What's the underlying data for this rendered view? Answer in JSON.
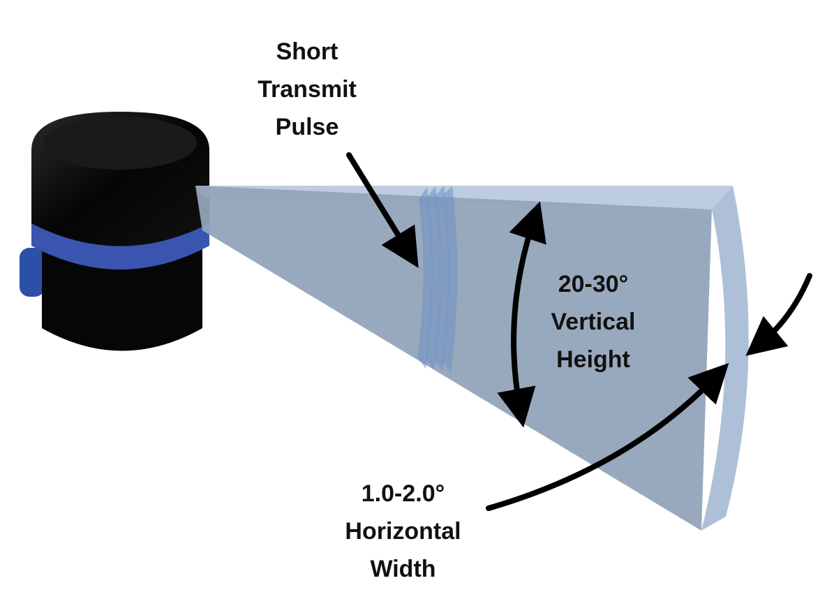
{
  "labels": {
    "pulse": [
      "Short",
      "Transmit",
      "Pulse"
    ],
    "vertical": [
      "20-30°",
      "Vertical",
      "Height"
    ],
    "horizontal": [
      "1.0-2.0°",
      "Horizontal",
      "Width"
    ]
  },
  "colors": {
    "beam_top": "#b7c7dc",
    "beam_side": "#93a4b9",
    "beam_face": "#a9bdd6",
    "pulse": "#6e8fc4",
    "device_body": "#050505",
    "device_ring": "#3b57b3",
    "arrow": "#000000"
  }
}
